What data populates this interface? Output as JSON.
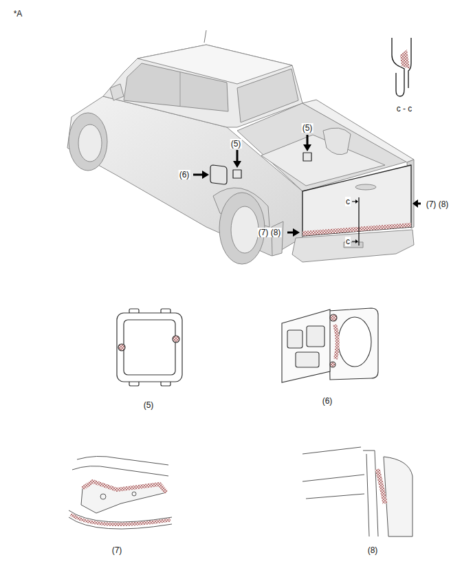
{
  "diagram": {
    "labels": [
      "*A",
      "c - c",
      "(5)",
      "(5)",
      "(6)",
      "(7) (8)",
      "(7) (8)",
      "c",
      "c",
      "(5)",
      "(6)",
      "(7)",
      "(8)"
    ]
  }
}
